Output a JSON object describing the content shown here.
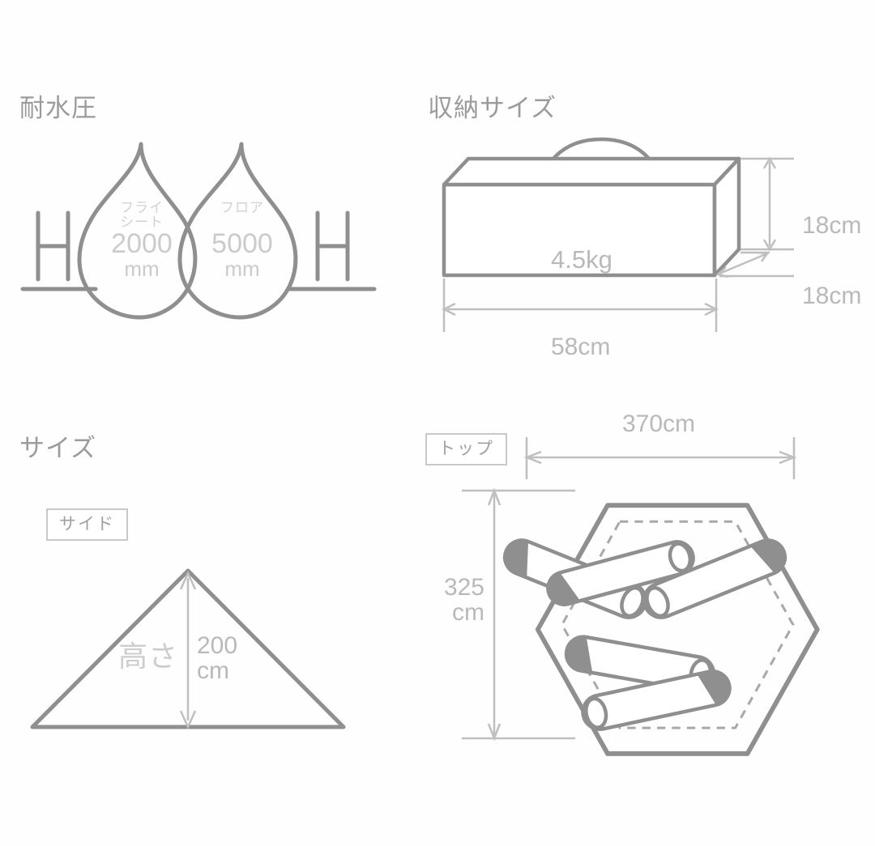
{
  "sections": {
    "water_pressure": {
      "title": "耐水圧",
      "droplets": [
        {
          "label": "フライ\nシート",
          "label_line1": "フライ",
          "label_line2": "シート",
          "value": "2000",
          "unit": "mm"
        },
        {
          "label": "フロア",
          "label_line1": "フロア",
          "label_line2": "",
          "value": "5000",
          "unit": "mm"
        }
      ],
      "mark_left": "H",
      "mark_right": "H"
    },
    "storage_size": {
      "title": "収納サイズ",
      "weight": "4.5kg",
      "width_label": "58cm",
      "height_label": "18cm",
      "depth_label": "18cm"
    },
    "size": {
      "title": "サイズ",
      "side_view": {
        "badge": "サイド",
        "height_name": "高さ",
        "height_value": "200",
        "height_unit": "cm"
      },
      "top_view": {
        "badge": "トップ",
        "width_label": "370cm",
        "depth_value": "325",
        "depth_unit": "cm",
        "sleeping_bag_count": 5
      }
    }
  },
  "colors": {
    "line": "#8f8f8f",
    "dim_line": "#bfbfbf",
    "text": "#b9b9b9",
    "title": "#9b9b9b",
    "faint": "#cfcfcf",
    "background": "#ffffff"
  }
}
